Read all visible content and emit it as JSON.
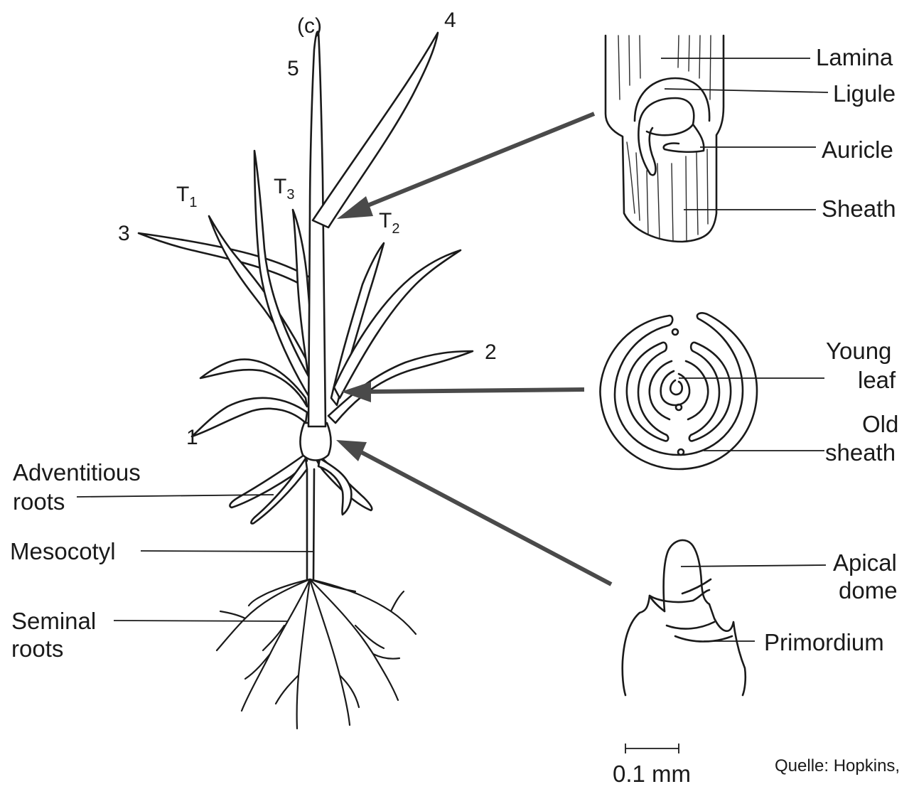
{
  "panel_label": "(c)",
  "leaf_numbers": {
    "n1": "1",
    "n2": "2",
    "n3": "3",
    "n4": "4",
    "n5": "5"
  },
  "tillers": {
    "t1": {
      "letter": "T",
      "sub": "1"
    },
    "t2": {
      "letter": "T",
      "sub": "2"
    },
    "t3": {
      "letter": "T",
      "sub": "3"
    }
  },
  "plant_labels": {
    "adventitious_1": "Adventitious",
    "adventitious_2": "roots",
    "mesocotyl": "Mesocotyl",
    "seminal_1": "Seminal",
    "seminal_2": "roots"
  },
  "detail_labels": {
    "lamina": "Lamina",
    "ligule": "Ligule",
    "auricle": "Auricle",
    "sheath": "Sheath",
    "young_leaf_1": "Young",
    "young_leaf_2": "leaf",
    "old_sheath_1": "Old",
    "old_sheath_2": "sheath",
    "apical_dome_1": "Apical",
    "apical_dome_2": "dome",
    "primordium": "Primordium"
  },
  "scale_bar": "0.1 mm",
  "source": "Quelle: Hopkins,"
}
